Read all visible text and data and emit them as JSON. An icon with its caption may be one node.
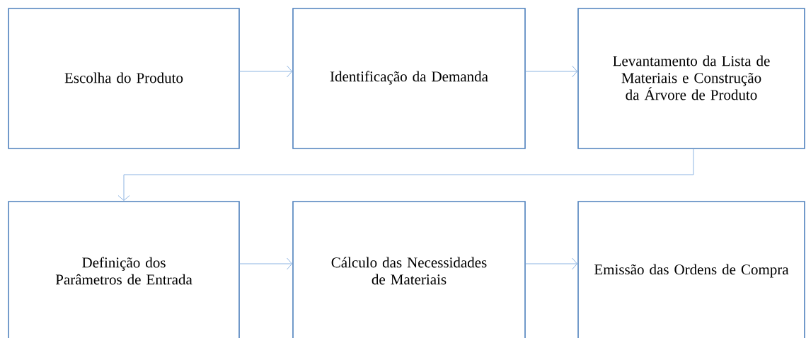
{
  "diagram": {
    "nodes": [
      {
        "text": [
          "Escolha do Produto"
        ]
      },
      {
        "text": [
          "Identificação da Demanda"
        ]
      },
      {
        "text": [
          "Levantamento da Lista de Materiais e Construção da Árvore de Produto"
        ]
      },
      {
        "text": [
          "Definição dos Parâmetros de Entrada"
        ]
      },
      {
        "text": [
          "Cálculo das Necessidades de Materiais"
        ]
      },
      {
        "text": [
          "Emissão das Ordens de Compra"
        ]
      }
    ],
    "edges": [
      {
        "from": 0,
        "to": 1,
        "arrow": "to"
      },
      {
        "from": 1,
        "to": 2,
        "arrow": "to"
      },
      {
        "from": 2,
        "to": 3,
        "arrow": "to"
      },
      {
        "from": 3,
        "to": 4,
        "arrow": "to"
      },
      {
        "from": 4,
        "to": 5,
        "arrow": "to"
      }
    ]
  }
}
